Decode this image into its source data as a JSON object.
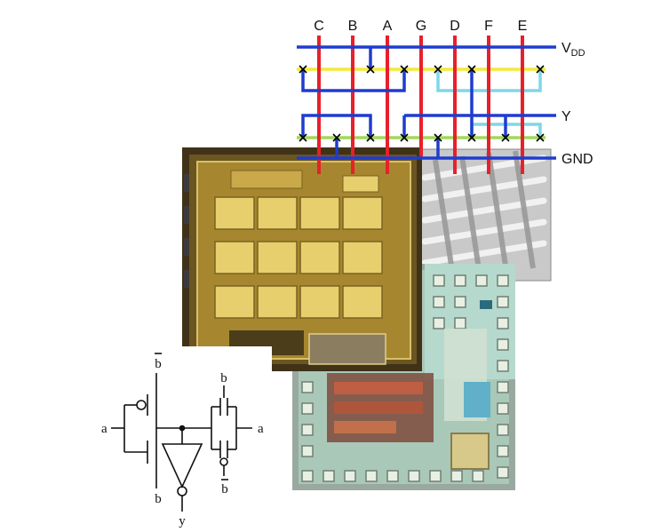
{
  "routing": {
    "column_labels": [
      "C",
      "B",
      "A",
      "G",
      "D",
      "F",
      "E"
    ],
    "row_labels": {
      "vdd_main": "V",
      "vdd_sub": "DD",
      "y": "Y",
      "gnd": "GND"
    },
    "colors": {
      "poly_red": "#e8202a",
      "metal_blue": "#1f3ccf",
      "diffusion_yellow": "#f2ea3a",
      "diffusion_green": "#9fd95a",
      "metal_cyan": "#7fd7e8",
      "contact_mark": "#000000"
    }
  },
  "photos": {
    "gold_die": "gold-colored integrated circuit die micrograph",
    "sem_lattice": "grayscale electron micrograph of woodpile lattice",
    "green_die": "green integrated circuit die with bond pads"
  },
  "schematic": {
    "labels": {
      "top_bbar": "b",
      "a_left": "a",
      "b_bottom": "b",
      "y_out": "y",
      "tg_top": "b",
      "tg_right": "a",
      "tg_bottom": "b"
    }
  }
}
